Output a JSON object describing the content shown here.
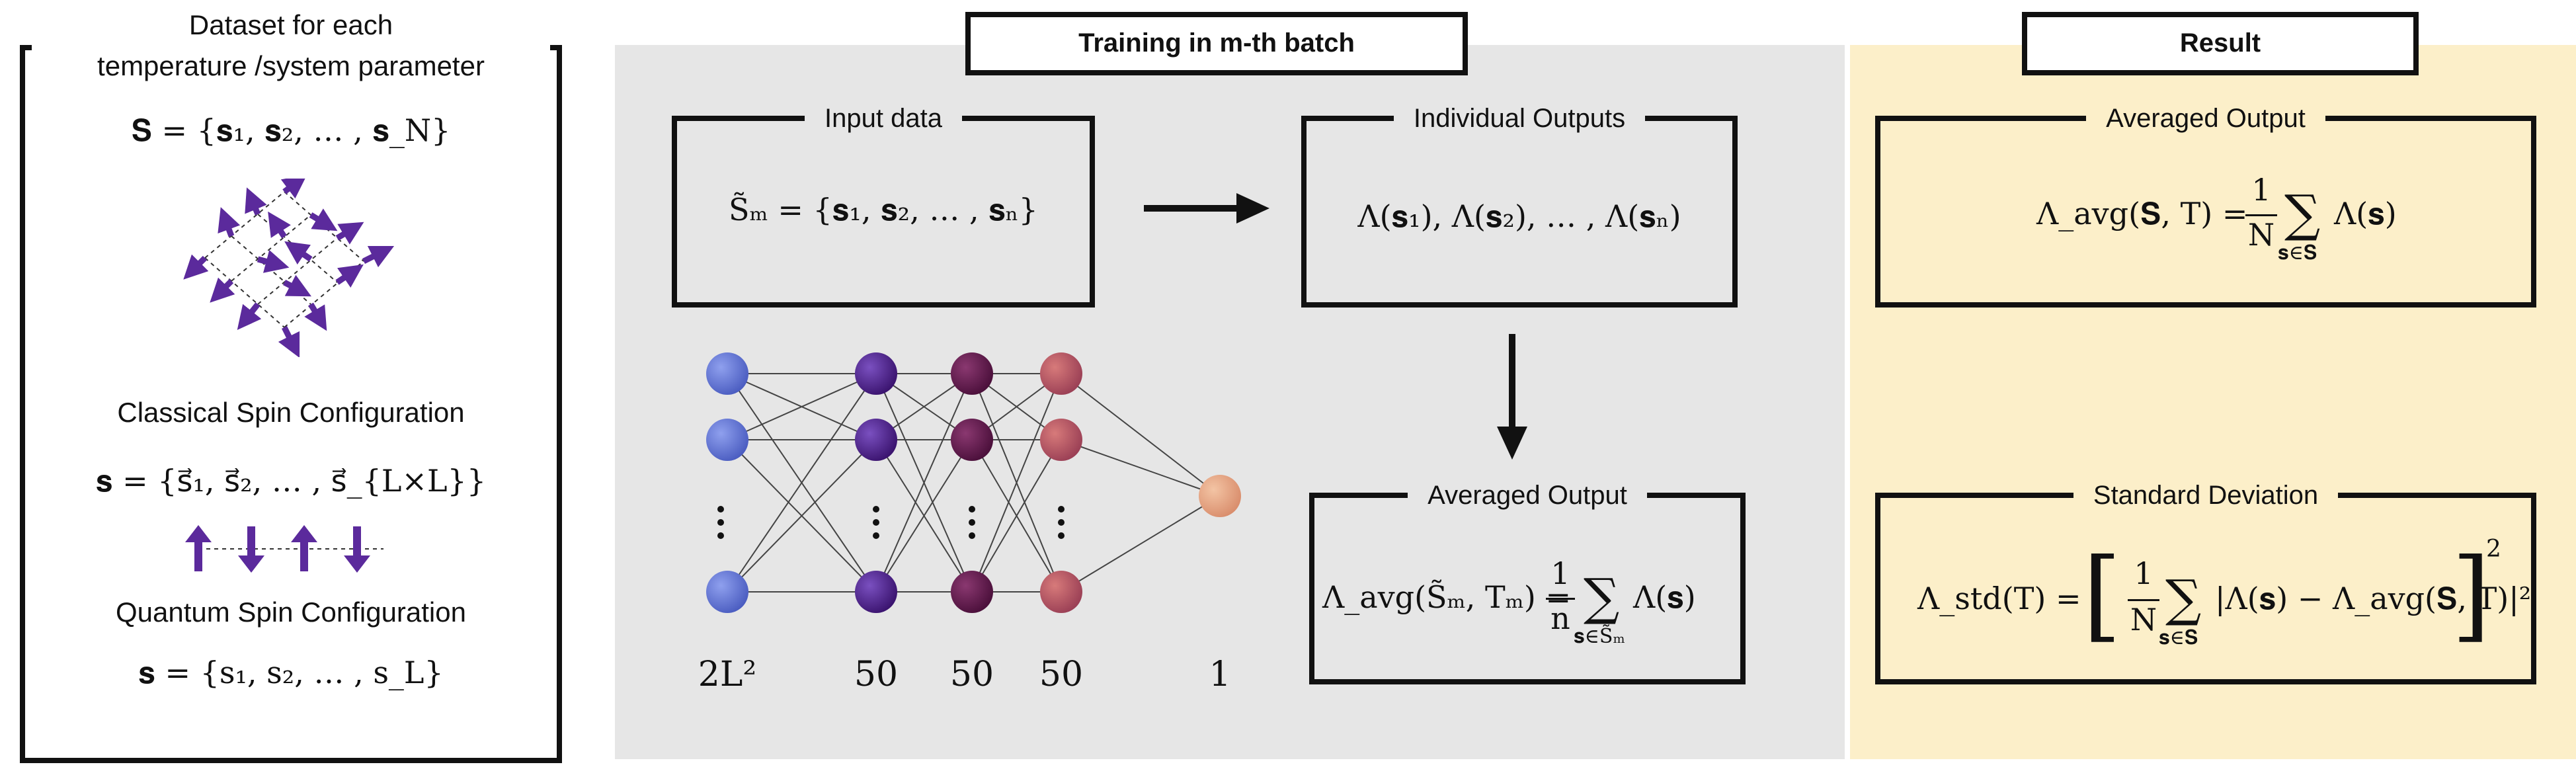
{
  "left": {
    "title_line1": "Dataset for each",
    "title_line2": "temperature /system parameter",
    "dataset_eq": "𝐒 = {𝐬₁, 𝐬₂, … , 𝐬_N}",
    "classical_label": "Classical Spin Configuration",
    "classical_eq": "𝐬 = {s⃗₁, s⃗₂, … , s⃗_{L×L}}",
    "quantum_label": "Quantum Spin Configuration",
    "quantum_eq": "𝐬 = {s₁, s₂, … , s_L}"
  },
  "training": {
    "title": "Training in m-th batch",
    "input_label": "Input data",
    "input_eq": "S̃ₘ = {𝐬₁, 𝐬₂, … , 𝐬ₙ}",
    "individual_label": "Individual Outputs",
    "individual_eq": "Λ(𝐬₁), Λ(𝐬₂), … , Λ(𝐬ₙ)",
    "averaged_label": "Averaged Output",
    "averaged_lhs": "Λ_avg(S̃ₘ, Tₘ) =",
    "averaged_frac_num": "1",
    "averaged_frac_den": "n",
    "averaged_sum_sub": "𝐬∈S̃ₘ",
    "averaged_rhs": "Λ(𝐬)",
    "layers": [
      "2L²",
      "50",
      "50",
      "50",
      "1"
    ]
  },
  "result": {
    "title": "Result",
    "avg_label": "Averaged Output",
    "avg_lhs": "Λ_avg(𝐒, T) =",
    "avg_frac_num": "1",
    "avg_frac_den": "N",
    "avg_sum_sub": "𝐬∈𝐒",
    "avg_rhs": "Λ(𝐬)",
    "std_label": "Standard Deviation",
    "std_lhs": "Λ_std(T) =",
    "std_frac_num": "1",
    "std_frac_den": "N",
    "std_sum_sub": "𝐬∈𝐒",
    "std_inner": "|Λ(𝐬) − Λ_avg(𝐒, T)|²",
    "std_power": "2"
  },
  "colors": {
    "gray_panel": "#e6e6e6",
    "yellow_panel": "#fcefc9",
    "arrow_purple": "#5b2a9c",
    "node_blue": "#5a6fd0",
    "node_purple": "#4b1f86",
    "node_maroon": "#5a1a4a",
    "node_rose": "#b5545e",
    "node_peach": "#e6a27f"
  }
}
